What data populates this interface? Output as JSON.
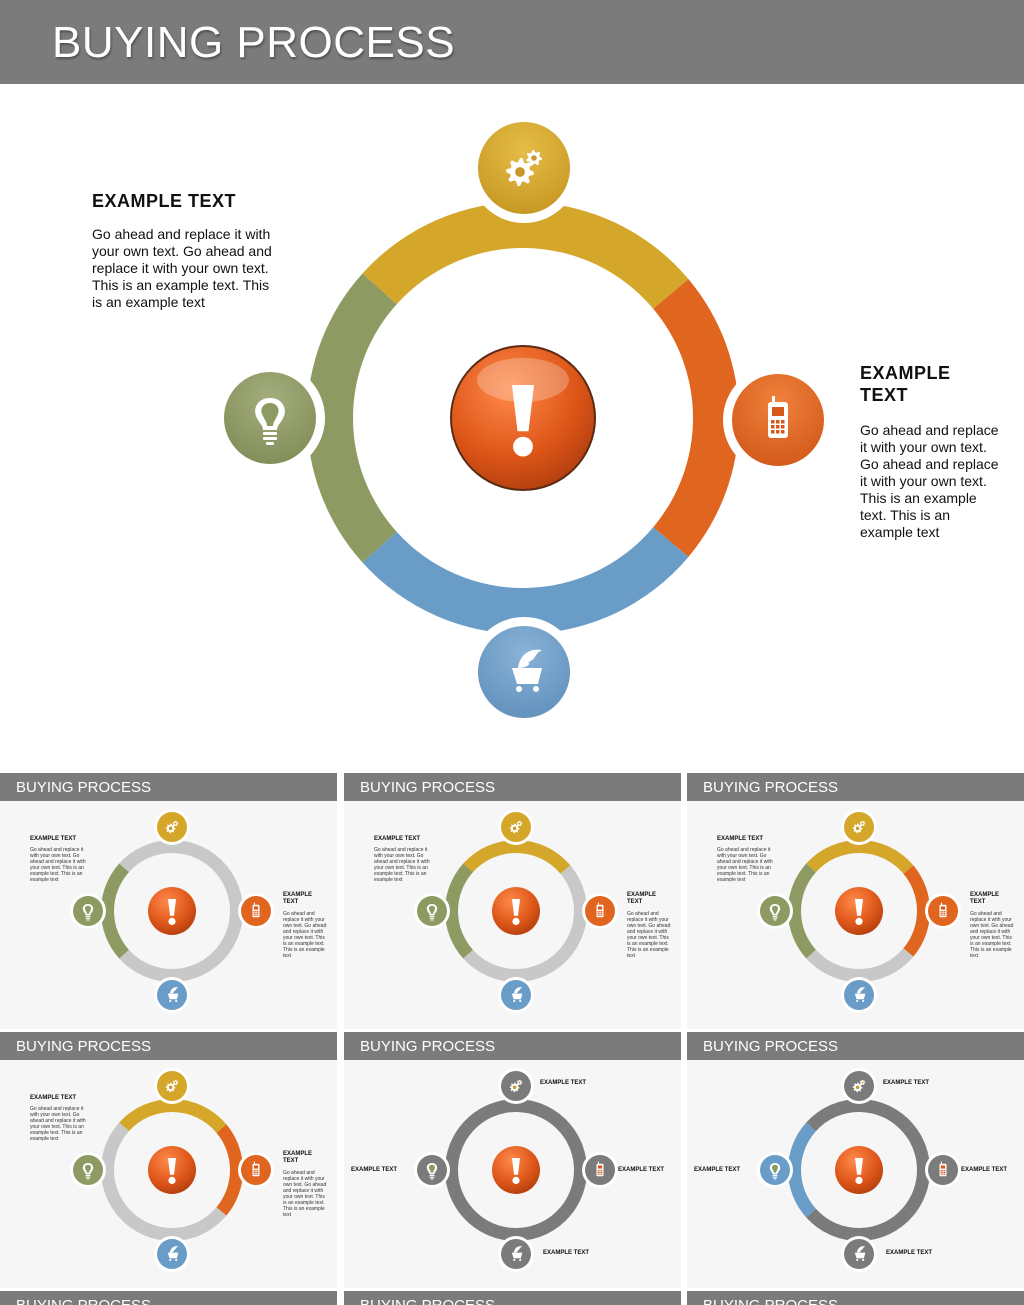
{
  "header": {
    "title": "BUYING PROCESS"
  },
  "blocks": [
    {
      "heading": "EXAMPLE TEXT",
      "body": "Go ahead and replace it with your own text. Go ahead and replace it with your own text. This is an example text. This is an example text"
    },
    {
      "heading": "EXAMPLE TEXT",
      "body": "Go ahead and replace it with your own text. Go ahead and replace it with your own text. This is an example text. This is an example text"
    }
  ],
  "colors": {
    "gold": "#d4a62a",
    "orange": "#e0651e",
    "blue": "#6a9cc8",
    "green": "#8d9b62",
    "gray": "#7b7b7b",
    "light_gray": "#c8c8c8",
    "center": "#d9501a"
  },
  "icons": {
    "top": "gears-icon",
    "right": "mobile-phone-icon",
    "bottom": "shopping-cart-icon",
    "left": "light-bulb-icon",
    "center": "exclamation-icon"
  },
  "thumbnails": [
    {
      "title": "BUYING PROCESS",
      "heading": "EXAMPLE TEXT",
      "body": "Go ahead and replace it with your own text. Go ahead and replace it with your own text. This is an example text. This is an example text"
    },
    {
      "title": "BUYING PROCESS",
      "heading": "EXAMPLE TEXT",
      "body": "Go ahead and replace it with your own text. Go ahead and replace it with your own text. This is an example text. This is an example text"
    },
    {
      "title": "BUYING PROCESS",
      "heading": "EXAMPLE TEXT",
      "body": "Go ahead and replace it with your own text. Go ahead and replace it with your own text. This is an example text. This is an example text"
    },
    {
      "title": "BUYING PROCESS",
      "heading": "EXAMPLE TEXT",
      "body": "Go ahead and replace it with your own text. Go ahead and replace it with your own text. This is an example text. This is an example text"
    },
    {
      "title": "BUYING PROCESS",
      "label": "EXAMPLE TEXT"
    },
    {
      "title": "BUYING PROCESS",
      "label": "EXAMPLE TEXT"
    },
    {
      "title": "BUYING PROCESS"
    },
    {
      "title": "BUYING PROCESS"
    },
    {
      "title": "BUYING PROCESS"
    }
  ]
}
